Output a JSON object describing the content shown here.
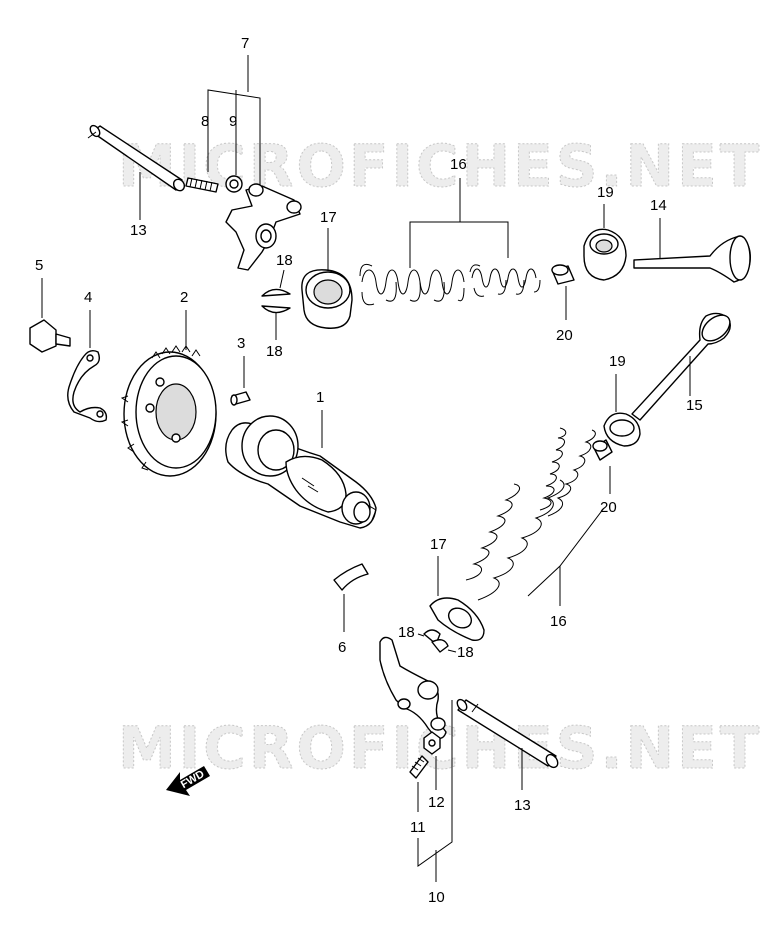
{
  "watermark": "MICROFICHES.NET",
  "fwd_label": "FWD",
  "colors": {
    "line": "#000000",
    "watermark": "#c8c8c8",
    "background": "#ffffff"
  },
  "callouts": {
    "n1": "1",
    "n2": "2",
    "n3": "3",
    "n4": "4",
    "n5": "5",
    "n6": "6",
    "n7": "7",
    "n8": "8",
    "n9": "9",
    "n10": "10",
    "n11": "11",
    "n12": "12",
    "n13a": "13",
    "n13b": "13",
    "n14": "14",
    "n15": "15",
    "n16a": "16",
    "n16b": "16",
    "n17a": "17",
    "n17b": "17",
    "n18a": "18",
    "n18b": "18",
    "n18c": "18",
    "n18d": "18",
    "n19a": "19",
    "n19b": "19",
    "n20a": "20",
    "n20b": "20"
  }
}
